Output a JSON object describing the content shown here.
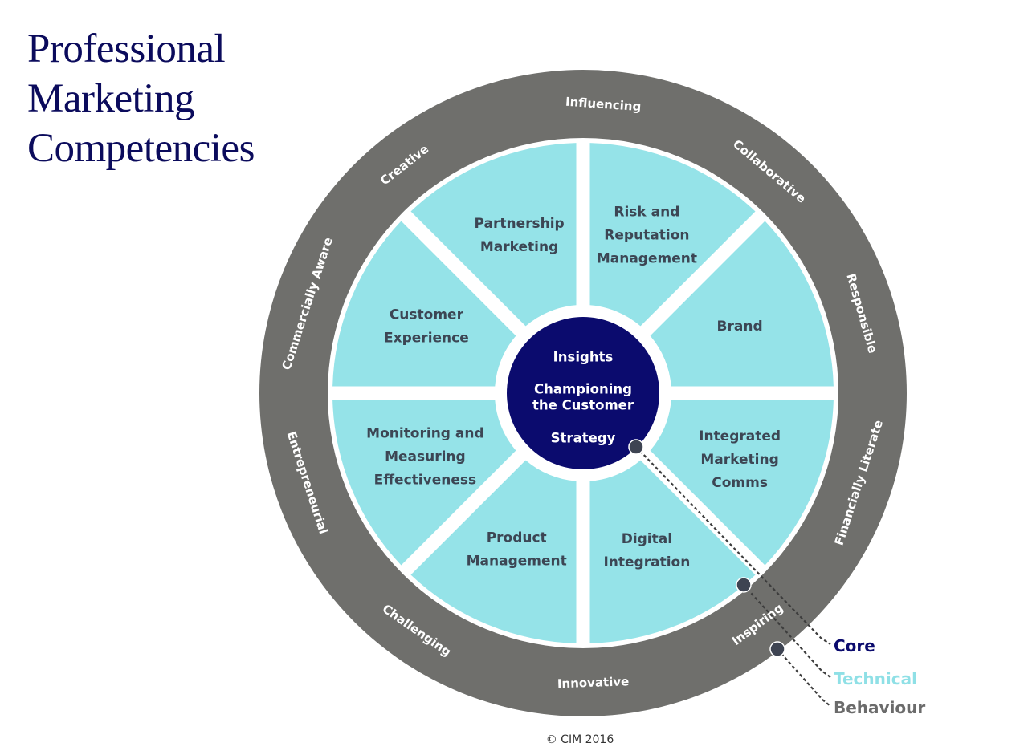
{
  "title_lines": [
    "Professional",
    "Marketing",
    "Competencies"
  ],
  "core": {
    "lines": [
      "Insights",
      "Championing",
      "the Customer",
      "Strategy"
    ]
  },
  "technical_segments": [
    {
      "id": "partnership-marketing",
      "lines": [
        "Partnership",
        "Marketing"
      ]
    },
    {
      "id": "risk-reputation",
      "lines": [
        "Risk and",
        "Reputation",
        "Management"
      ]
    },
    {
      "id": "brand",
      "lines": [
        "Brand"
      ]
    },
    {
      "id": "integrated-marketing-comms",
      "lines": [
        "Integrated",
        "Marketing",
        "Comms"
      ]
    },
    {
      "id": "digital-integration",
      "lines": [
        "Digital",
        "Integration"
      ]
    },
    {
      "id": "product-management",
      "lines": [
        "Product",
        "Management"
      ]
    },
    {
      "id": "monitoring-measuring",
      "lines": [
        "Monitoring and",
        "Measuring",
        "Effectiveness"
      ]
    },
    {
      "id": "customer-experience",
      "lines": [
        "Customer",
        "Experience"
      ]
    }
  ],
  "behaviours": [
    "Influencing",
    "Collaborative",
    "Responsible",
    "Financially Literate",
    "Inspiring",
    "Innovative",
    "Challenging",
    "Entrepreneurial",
    "Commercially Aware",
    "Creative"
  ],
  "legend": [
    {
      "key": "core",
      "label": "Core",
      "color": "#0b0b6e"
    },
    {
      "key": "technical",
      "label": "Technical",
      "color": "#8fe0e6"
    },
    {
      "key": "behaviour",
      "label": "Behaviour",
      "color": "#6b6b6b"
    }
  ],
  "colors": {
    "core_fill": "#0b0b6e",
    "segment_fill": "#95e3e8",
    "ring_fill": "#6f6f6c",
    "title": "#0b0b5c",
    "segment_text": "#3c4654",
    "marker": "#3e4452"
  },
  "copyright": "© CIM 2016"
}
